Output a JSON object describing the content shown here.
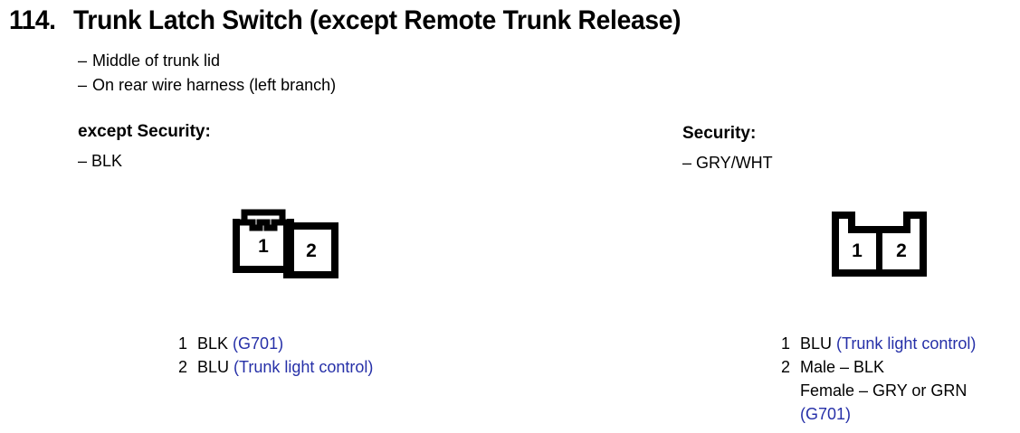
{
  "document": {
    "item_number": "114.",
    "title": "Trunk Latch Switch (except Remote Trunk Release)",
    "locations": [
      "Middle of trunk lid",
      "On rear wire harness (left branch)"
    ],
    "dash": "–"
  },
  "colors": {
    "text": "#000000",
    "note_blue": "#2630a8",
    "background": "#ffffff"
  },
  "sections": [
    {
      "id": "except-security",
      "heading": "except Security:",
      "wire": "– BLK",
      "connector": {
        "type": "two-cavity-offset-with-latch",
        "pin_labels": [
          "1",
          "2"
        ]
      },
      "pins": [
        {
          "index": "1",
          "lines": [
            {
              "wire": "BLK",
              "note": "(G701)"
            }
          ]
        },
        {
          "index": "2",
          "lines": [
            {
              "wire": "BLU",
              "note": "(Trunk light control)"
            }
          ]
        }
      ]
    },
    {
      "id": "security",
      "heading": "Security:",
      "wire": "– GRY/WHT",
      "connector": {
        "type": "two-cavity-notched",
        "pin_labels": [
          "1",
          "2"
        ]
      },
      "pins": [
        {
          "index": "1",
          "lines": [
            {
              "wire": "BLU",
              "note": "(Trunk light control)"
            }
          ]
        },
        {
          "index": "2",
          "lines": [
            {
              "wire": "Male – BLK",
              "note": ""
            },
            {
              "wire": "Female – GRY or GRN",
              "note": ""
            },
            {
              "wire": "",
              "note": "(G701)"
            }
          ]
        }
      ]
    }
  ]
}
